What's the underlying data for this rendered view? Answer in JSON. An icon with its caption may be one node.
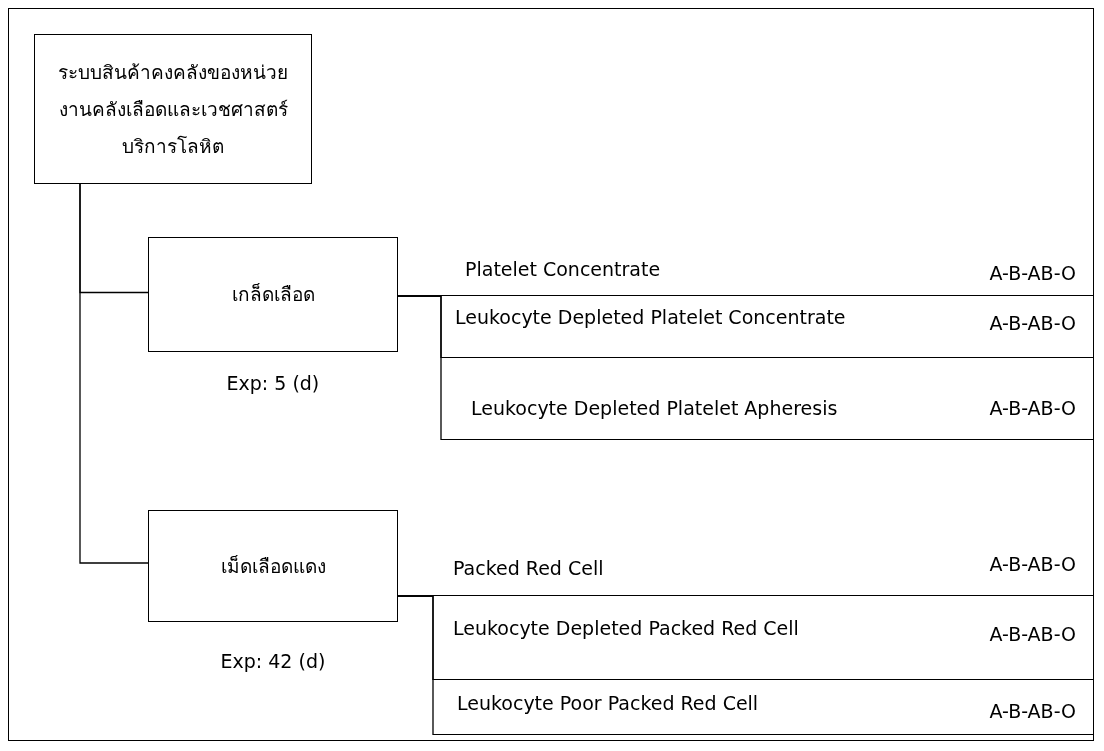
{
  "diagram": {
    "nodes": [
      {
        "text": [
          "ระบบสินค้าคงคลังของหน่วยงานคลังเลือดและเวชศาสตร์บริการโลหิต"
        ]
      },
      {
        "text": [
          "เกล็ดเลือด"
        ],
        "beside": [
          "Exp: 5 (d)"
        ]
      },
      {
        "text": [
          "เม็ดเลือดแดง"
        ],
        "beside": [
          "Exp: 42 (d)"
        ]
      },
      {
        "text": [
          "Platelet Concentrate",
          "A-B-AB-O"
        ]
      },
      {
        "text": [
          "Leukocyte Depleted Platelet Concentrate",
          "A-B-AB-O"
        ]
      },
      {
        "text": [
          "Leukocyte Depleted Platelet Apheresis",
          "A-B-AB-O"
        ]
      },
      {
        "text": [
          "Packed Red Cell",
          "A-B-AB-O"
        ]
      },
      {
        "text": [
          "Leukocyte Depleted Packed Red Cell",
          "A-B-AB-O"
        ]
      },
      {
        "text": [
          "Leukocyte Poor Packed Red Cell",
          "A-B-AB-O"
        ]
      }
    ],
    "edges": [
      {
        "from": 0,
        "to": 1,
        "arrow": "none"
      },
      {
        "from": 0,
        "to": 2,
        "arrow": "none"
      },
      {
        "from": 1,
        "to": 3,
        "arrow": "none"
      },
      {
        "from": 1,
        "to": 4,
        "arrow": "none"
      },
      {
        "from": 1,
        "to": 5,
        "arrow": "none"
      },
      {
        "from": 2,
        "to": 6,
        "arrow": "none"
      },
      {
        "from": 2,
        "to": 7,
        "arrow": "none"
      },
      {
        "from": 2,
        "to": 8,
        "arrow": "none"
      }
    ]
  }
}
